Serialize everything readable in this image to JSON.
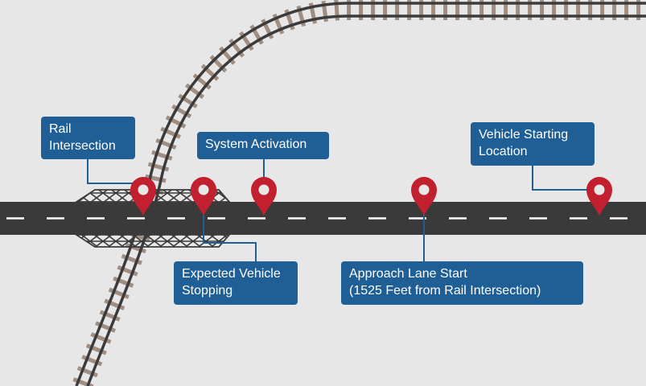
{
  "colors": {
    "background": "#e7e7e7",
    "road": "#3a3a3a",
    "lane_marking": "#ffffff",
    "rail": "#3b3b3b",
    "sleeper": "#a08e83",
    "callout_box": "#1f5f95",
    "callout_text": "#ffffff",
    "pin": "#c21f2f",
    "leader_line": "#1f5f95"
  },
  "icons": {
    "pin": "map-pin-icon",
    "railroad": "railroad-track",
    "road": "road",
    "bridge": "truss-bridge"
  },
  "labels": {
    "rail_intersection": {
      "line1": "Rail",
      "line2": "Intersection"
    },
    "system_activation": {
      "line1": "System Activation"
    },
    "vehicle_starting_location": {
      "line1": "Vehicle Starting",
      "line2": "Location"
    },
    "expected_vehicle_stopping": {
      "line1": "Expected Vehicle",
      "line2": "Stopping"
    },
    "approach_lane_start": {
      "line1": "Approach Lane Start",
      "line2": "(1525 Feet from Rail Intersection)"
    }
  }
}
